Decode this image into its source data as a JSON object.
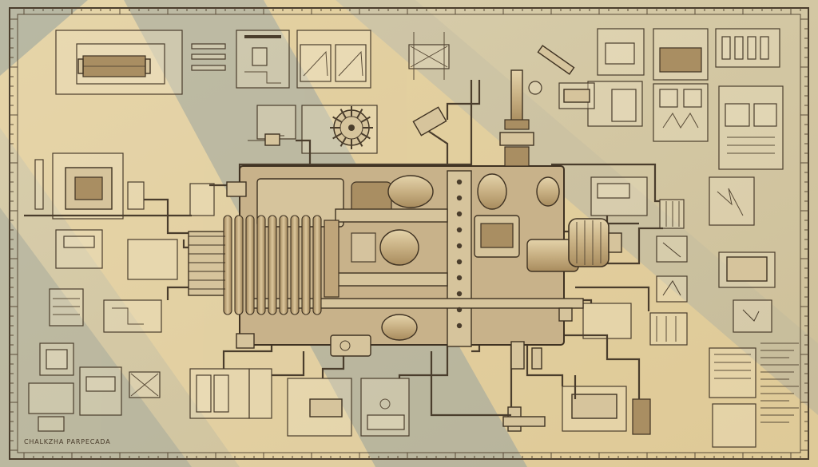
{
  "scene": {
    "corner_label": "CHALKZHA PARPECADA",
    "palette": {
      "paper": "#e8dcbc",
      "paper_shadow": "#aeb0a0",
      "ink": "#4a3d2c",
      "metal": "#d6c49c",
      "sunlight": "#f1d9a0"
    },
    "icons": [
      "engine-block",
      "cooling-fins",
      "gear-wheel",
      "piston-rod",
      "pipe-network",
      "schematic-panels"
    ]
  }
}
